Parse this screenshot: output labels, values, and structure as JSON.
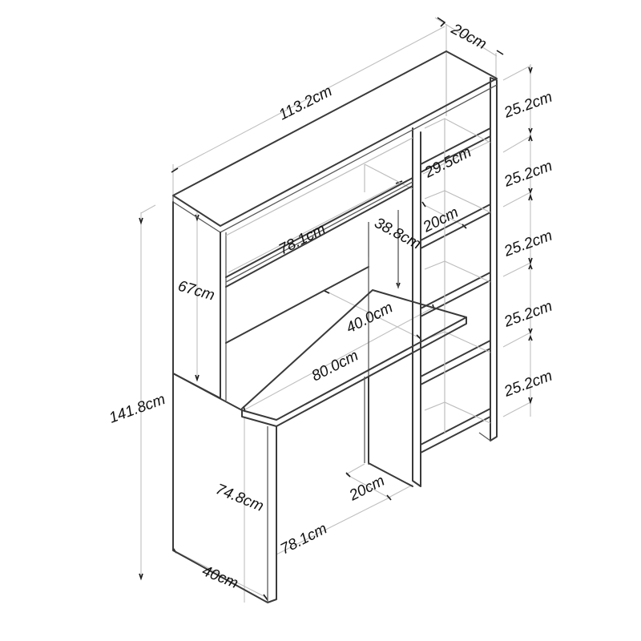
{
  "diagram": {
    "subject": "Desk with hutch bookshelf - dimension drawing",
    "line_color": "#3a3a3a",
    "dim_line_color": "#bfbfbf",
    "text_color": "#111111",
    "background": "#ffffff"
  },
  "dimensions": {
    "overall_width": "113.2cm",
    "overall_depth": "20cm",
    "overall_height": "141.8cm",
    "hutch_height": "67cm",
    "hutch_shelf_width": "78.1cm",
    "hutch_opening_height": "38.8cm",
    "side_shelf_width": "29.5cm",
    "side_shelf_depth": "20cm",
    "desk_width": "80.0cm",
    "desk_depth": "40.0cm",
    "desk_height": "74.8cm",
    "leg_depth": "40cm",
    "knee_space_width": "78.1cm",
    "inner_leg_depth": "20cm",
    "shelf_heights": [
      "25.2cm",
      "25.2cm",
      "25.2cm",
      "25.2cm",
      "25.2cm"
    ]
  }
}
